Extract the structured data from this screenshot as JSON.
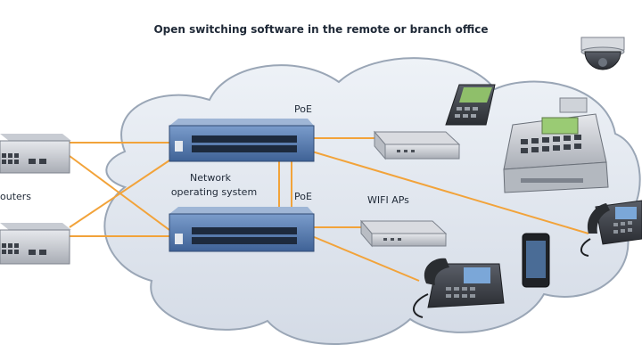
{
  "title": "Open switching software in the remote or branch office",
  "labels": {
    "routers": "outers",
    "nos_line1": "Network",
    "nos_line2": "operating system",
    "poe_top": "PoE",
    "poe_mid": "PoE",
    "wifi": "WIFI APs"
  },
  "colors": {
    "link": "#f2a33a",
    "cloud_fill": "#dfe5ee",
    "cloud_stroke": "#9aa6b6",
    "switch_blue": "#5a7fb3"
  }
}
